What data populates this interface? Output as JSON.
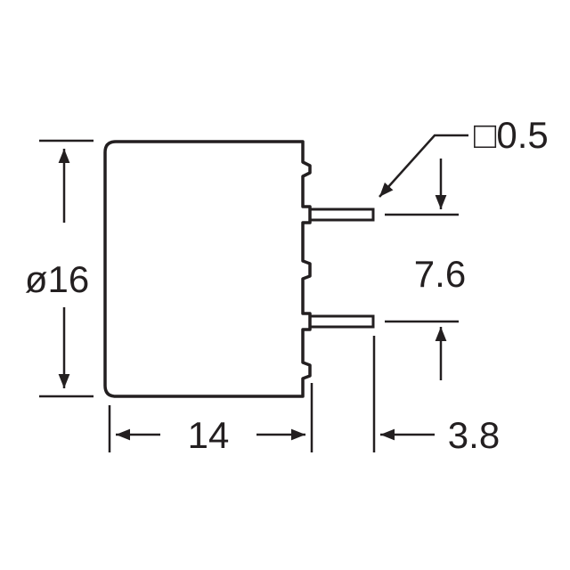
{
  "dimensions": {
    "diameter": "ø16",
    "body_length": "14",
    "pin_square": "□0.5",
    "pin_pitch": "7.6",
    "pin_length": "3.8"
  },
  "colors": {
    "ink": "#231f20",
    "background": "#ffffff"
  }
}
